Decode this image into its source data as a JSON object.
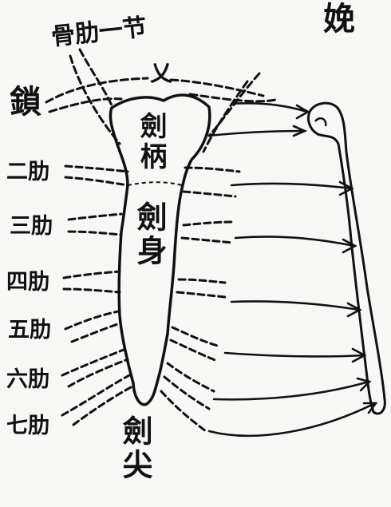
{
  "colors": {
    "ink": "#111111",
    "paper": "#f7f7f5"
  },
  "labels": {
    "title": "娩",
    "rib_bone_first": "骨肋一节",
    "cross": "乂",
    "clavicle": "鎖",
    "manubrium": "劍柄",
    "body": "劍身",
    "tip": "劍尖",
    "ribs": [
      "二肋",
      "三肋",
      "四肋",
      "五肋",
      "六肋",
      "七肋"
    ]
  }
}
